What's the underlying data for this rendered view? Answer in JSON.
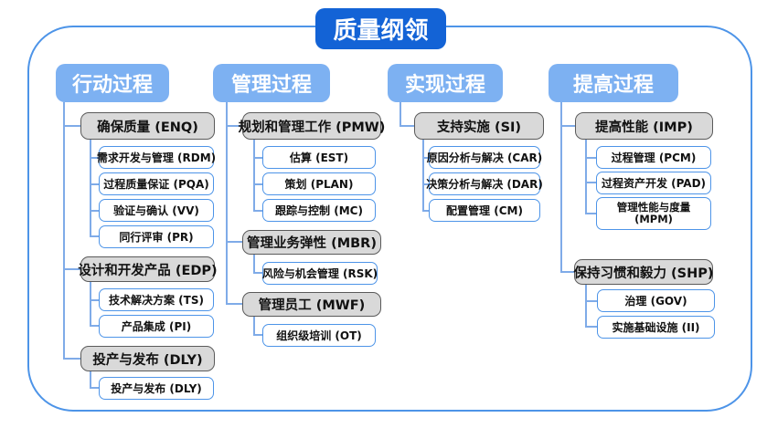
{
  "title": "质量纲领",
  "colors": {
    "title_bg": "#1363D6",
    "header_bg": "#7DB1F2",
    "gray_node_bg": "#D9D9D9",
    "gray_node_border": "#5A5A5A",
    "white_node_border": "#4D94E8",
    "connector": "#7FABE8",
    "frame_border": "#4D94E8"
  },
  "columns": [
    {
      "header": "行动过程",
      "groups": [
        {
          "label": "确保质量 (ENQ)",
          "children": [
            "需求开发与管理 (RDM)",
            "过程质量保证 (PQA)",
            "验证与确认 (VV)",
            "同行评审 (PR)"
          ]
        },
        {
          "label": "设计和开发产品 (EDP)",
          "children": [
            "技术解决方案 (TS)",
            "产品集成 (PI)"
          ]
        },
        {
          "label": "投产与发布 (DLY)",
          "children": [
            "投产与发布 (DLY)"
          ]
        }
      ]
    },
    {
      "header": "管理过程",
      "groups": [
        {
          "label": "规划和管理工作 (PMW)",
          "children": [
            "估算 (EST)",
            "策划 (PLAN)",
            "跟踪与控制 (MC)"
          ]
        },
        {
          "label": "管理业务弹性 (MBR)",
          "children": [
            "风险与机会管理 (RSK)"
          ]
        },
        {
          "label": "管理员工 (MWF)",
          "children": [
            "组织级培训 (OT)"
          ]
        }
      ]
    },
    {
      "header": "实现过程",
      "groups": [
        {
          "label": "支持实施 (SI)",
          "children": [
            "原因分析与解决 (CAR)",
            "决策分析与解决 (DAR)",
            "配置管理 (CM)"
          ]
        }
      ]
    },
    {
      "header": "提高过程",
      "groups": [
        {
          "label": "提高性能 (IMP)",
          "children": [
            "过程管理 (PCM)",
            "过程资产开发 (PAD)",
            "管理性能与度量 (MPM)"
          ]
        },
        {
          "label": "保持习惯和毅力 (SHP)",
          "children": [
            "治理 (GOV)",
            "实施基础设施 (II)"
          ]
        }
      ]
    }
  ]
}
